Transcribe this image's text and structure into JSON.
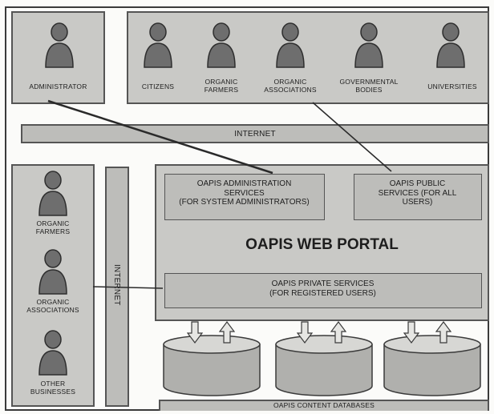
{
  "administrator": {
    "label": "ADMINISTRATOR"
  },
  "user_groups": [
    {
      "label": "CITIZENS"
    },
    {
      "label": "ORGANIC\nFARMERS"
    },
    {
      "label": "ORGANIC\nASSOCIATIONS"
    },
    {
      "label": "GOVERNMENTAL\nBODIES"
    },
    {
      "label": "UNIVERSITIES"
    }
  ],
  "internet_top": {
    "label": "INTERNET"
  },
  "internet_side": {
    "label": "INTERNET"
  },
  "private_users": [
    {
      "label": "ORGANIC\nFARMERS"
    },
    {
      "label": "ORGANIC\nASSOCIATIONS"
    },
    {
      "label": "OTHER\nBUSINESSES"
    }
  ],
  "portal": {
    "title": "OAPIS WEB PORTAL",
    "admin_services": "OAPIS ADMINISTRATION\nSERVICES\n(for system administrators)",
    "public_services": "OAPIS PUBLIC\nSERVICES (for all\nusers)",
    "private_services": "OAPIS PRIVATE SERVICES\n(for registered users)"
  },
  "databases": {
    "label": "OAPIS CONTENT DATABASES"
  }
}
